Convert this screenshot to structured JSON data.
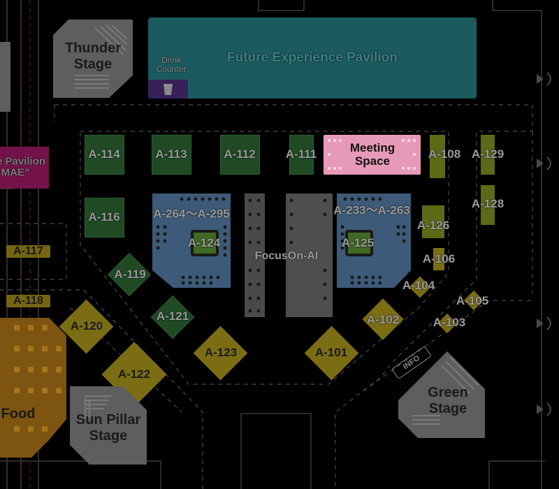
{
  "colors": {
    "background": "#000000",
    "booth_green": "#1f4a24",
    "booth_yellow": "#7b6d14",
    "pavilion_teal": "#1b5b5f",
    "pavilion_magenta": "#73134a",
    "meeting": "#e79ab7",
    "stage_grey": "#5e5e5e",
    "food_orange": "#8a5a10"
  },
  "stages": {
    "thunder": "Thunder\nStage",
    "sun_pillar": "Sun Pillar\nStage",
    "green": "Green\nStage",
    "food": "Food"
  },
  "pavilions": {
    "future": "Future Experience Pavilion",
    "left_line1": "e Pavilion",
    "left_line2": "MAE”"
  },
  "facilities": {
    "drink_counter": "Drink\nCounter",
    "meeting_space": "Meeting\nSpace",
    "info": "INFO",
    "focus_on_ai": "FocusOn-AI"
  },
  "booths": {
    "a114": "A-114",
    "a113": "A-113",
    "a112": "A-112",
    "a111": "A-111",
    "a108": "A-108",
    "a129": "A-129",
    "a128": "A-128",
    "a116": "A-116",
    "a264": "A-264～A-295",
    "a124": "A-124",
    "a233": "A-233～A-263",
    "a125": "A-125",
    "a126": "A-126",
    "a106": "A-106",
    "a104": "A-104",
    "a105": "A-105",
    "a103": "A-103",
    "a102": "A-102",
    "a101": "A-101",
    "a119": "A-119",
    "a121": "A-121",
    "a120": "A-120",
    "a122": "A-122",
    "a123": "A-123",
    "a117": "A-117",
    "a118": "A-118"
  }
}
